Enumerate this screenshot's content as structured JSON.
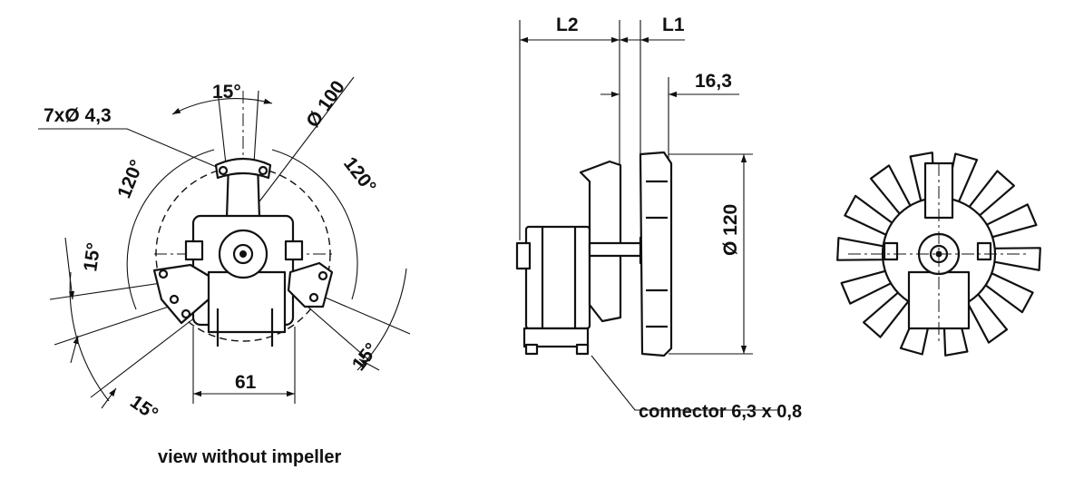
{
  "front_view": {
    "dim_angle_top": "15°",
    "dim_holes": "7xØ 4,3",
    "dim_diameter_100": "Ø 100",
    "dim_angle_120_left": "120°",
    "dim_angle_120_right": "120°",
    "dim_angle_15_left": "15°",
    "dim_angle_15_right": "15°",
    "dim_angle_15_bottom": "15°",
    "dim_width_61": "61",
    "caption": "view without impeller"
  },
  "side_view": {
    "dim_l2": "L2",
    "dim_l1": "L1",
    "dim_16_3": "16,3",
    "dim_diameter_120": "Ø 120",
    "connector_label": "connector 6,3 x 0,8"
  }
}
